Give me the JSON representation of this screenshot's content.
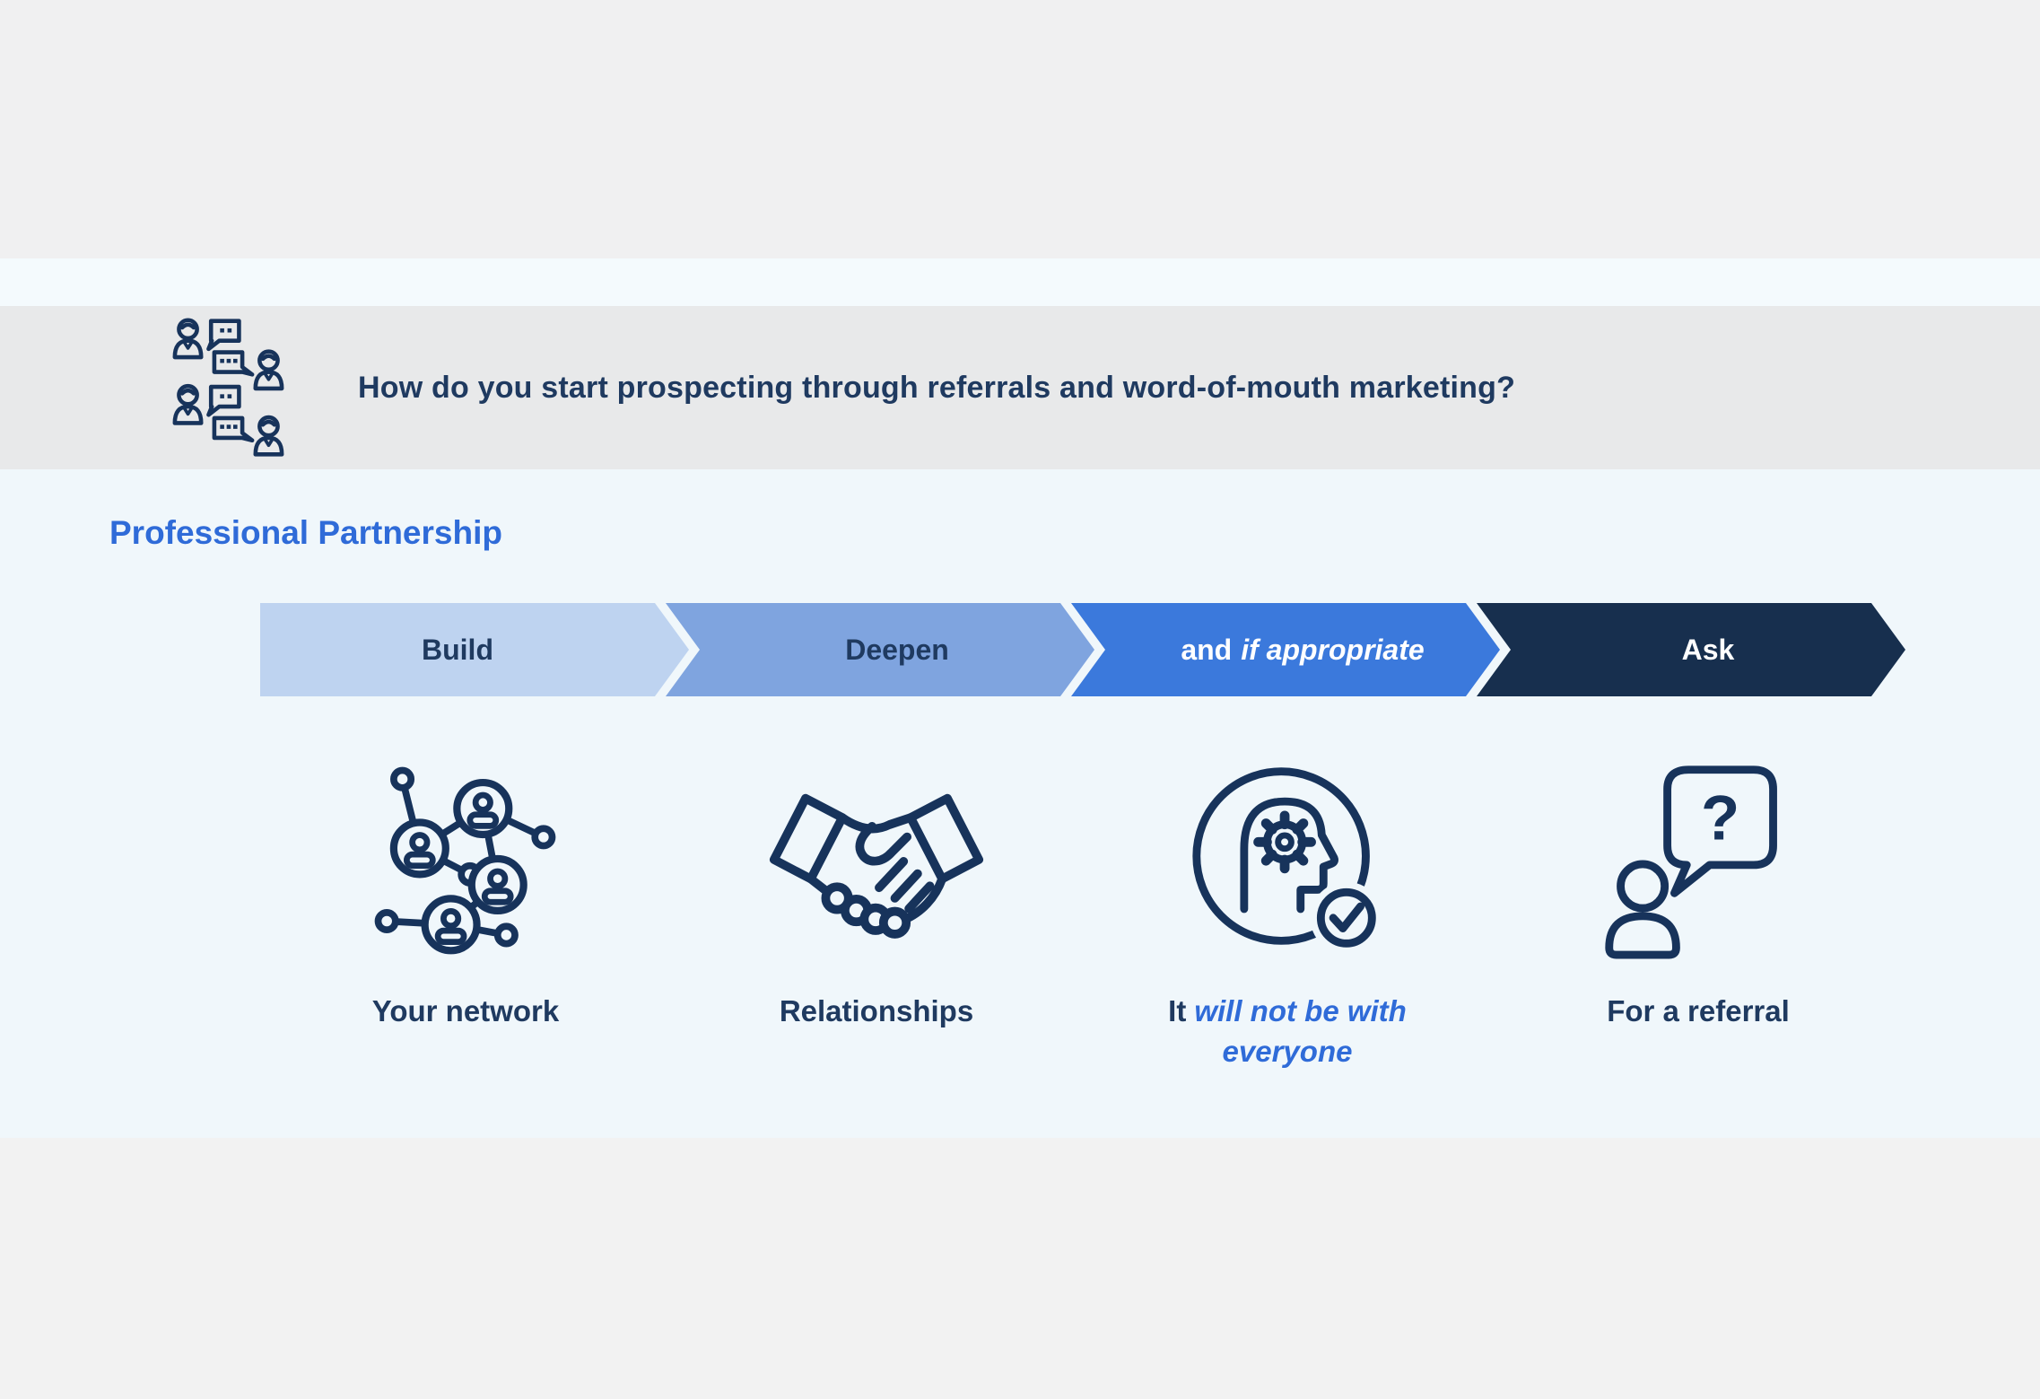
{
  "header": {
    "icon": "conversation-icon",
    "question": "How do you start prospecting through referrals and word-of-mouth marketing?"
  },
  "main": {
    "section_title": "Professional Partnership",
    "steps": [
      {
        "label": "Build",
        "caption": "Your network",
        "icon": "network-icon",
        "fill": "#BED3F0"
      },
      {
        "label": "Deepen",
        "caption": "Relationships",
        "icon": "handshake-icon",
        "fill": "#7FA4DF"
      },
      {
        "label_regular": "and",
        "label_italic": "if appropriate",
        "caption_prefix": "It",
        "caption_italic": "will not be with everyone",
        "icon": "decision-head-icon",
        "fill": "#3B79DC"
      },
      {
        "label": "Ask",
        "caption": "For a referral",
        "icon": "question-person-icon",
        "fill": "#172F4E"
      }
    ],
    "question_mark_glyph": "?"
  },
  "colors": {
    "navy_text": "#1F3A60",
    "icon_stroke": "#17335B",
    "accent_blue": "#2F6BD8",
    "chevron_1": "#BED3F0",
    "chevron_2": "#7FA4DF",
    "chevron_3": "#3B79DC",
    "chevron_4": "#172F4E",
    "band_top": "#F0F0F1",
    "band_strip": "#F4FAFD",
    "band_header": "#E8E9EA",
    "band_main": "#F0F7FB",
    "band_bottom": "#F2F2F2"
  }
}
